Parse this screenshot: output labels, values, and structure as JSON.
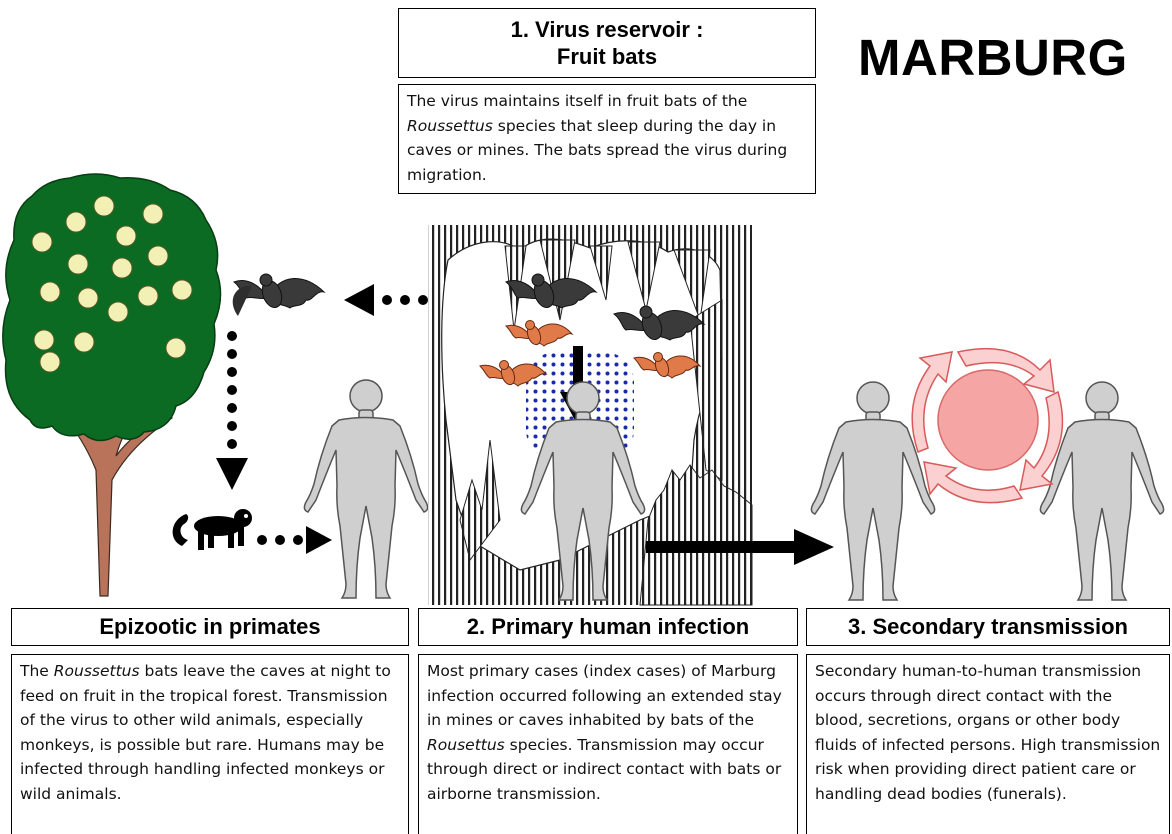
{
  "title": "MARBURG",
  "reservoir": {
    "heading_line1": "1. Virus reservoir :",
    "heading_line2": "Fruit bats",
    "text_before": "The virus maintains itself in fruit bats of the ",
    "text_species": "Roussettus",
    "text_after": " species that sleep during the day in caves or mines. The bats spread the virus during migration."
  },
  "epizootic": {
    "heading": "Epizootic in primates",
    "text_before": "The ",
    "text_species": "Roussettus",
    "text_after": " bats leave the caves at night to feed on fruit in the tropical forest. Transmission of the virus to other wild animals, especially monkeys, is possible but rare. Humans may be infected through handling infected monkeys or wild animals."
  },
  "primary": {
    "heading": "2. Primary human infection",
    "text_before": "Most primary cases (index cases) of Marburg infection occurred following an extended stay in mines or caves inhabited by bats of the ",
    "text_species": "Rousettus",
    "text_after": " species. Transmission may occur through direct or indirect contact with bats or airborne transmission."
  },
  "secondary": {
    "heading": "3. Secondary transmission",
    "text": "Secondary human-to-human transmission occurs through direct contact with the blood, secretions, organs or other body fluids of infected persons. High transmission risk when providing direct patient care or handling dead bodies (funerals)."
  },
  "colors": {
    "tree_green": "#0b6b22",
    "fruit": "#f3f0b6",
    "trunk": "#b9735a",
    "bat_dark": "#3a3a3a",
    "bat_orange": "#e07a48",
    "human": "#cfcfcf",
    "virus_dots": "#1a2aa8",
    "virus_pink": "#f6a5a5"
  }
}
